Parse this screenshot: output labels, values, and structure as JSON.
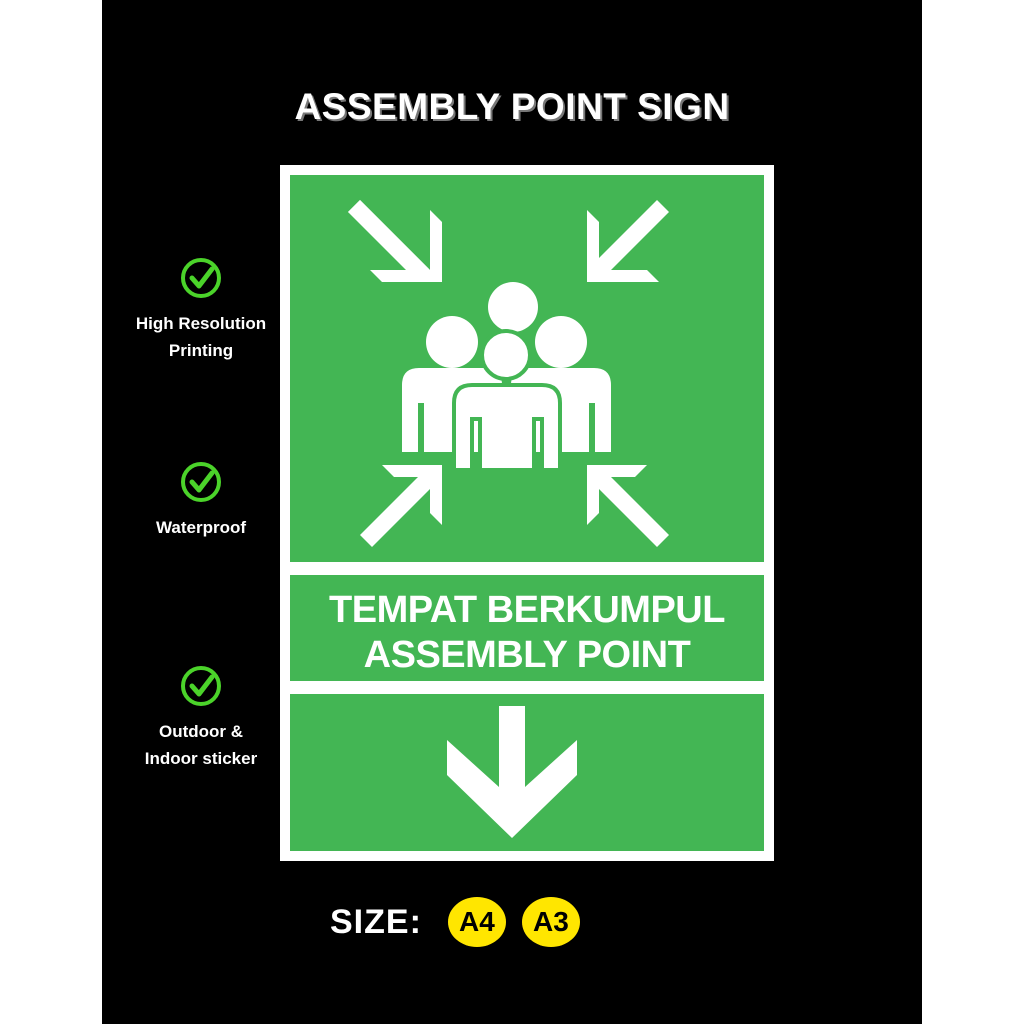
{
  "title": "ASSEMBLY POINT SIGN",
  "features": [
    {
      "label": "High Resolution\nPrinting",
      "icon": "check-circle-icon"
    },
    {
      "label": "Waterproof",
      "icon": "check-circle-icon"
    },
    {
      "label": "Outdoor &\nIndoor sticker",
      "icon": "check-circle-icon"
    }
  ],
  "sign": {
    "line1": "TEMPAT BERKUMPUL",
    "line2": "ASSEMBLY POINT"
  },
  "size": {
    "label": "SIZE:",
    "options": [
      "A4",
      "A3"
    ]
  },
  "colors": {
    "background": "#000000",
    "sign_green": "#43b654",
    "check_green": "#4bd32a",
    "badge_yellow": "#ffe600"
  }
}
